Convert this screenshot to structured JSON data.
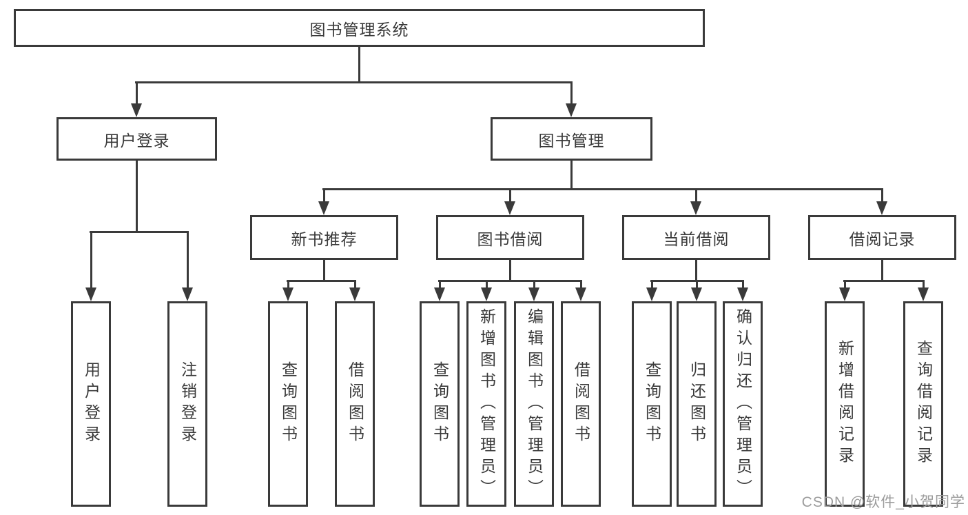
{
  "diagram": {
    "root": {
      "label": "图书管理系统"
    },
    "branches": [
      {
        "label": "用户登录",
        "children": [
          {
            "label": "用户登录"
          },
          {
            "label": "注销登录"
          }
        ]
      },
      {
        "label": "图书管理",
        "children": [
          {
            "label": "新书推荐",
            "children": [
              {
                "label": "查询图书"
              },
              {
                "label": "借阅图书"
              }
            ]
          },
          {
            "label": "图书借阅",
            "children": [
              {
                "label": "查询图书"
              },
              {
                "label": "新增图书（管理员）"
              },
              {
                "label": "编辑图书（管理员）"
              },
              {
                "label": "借阅图书"
              }
            ]
          },
          {
            "label": "当前借阅",
            "children": [
              {
                "label": "查询图书"
              },
              {
                "label": "归还图书"
              },
              {
                "label": "确认归还（管理员）"
              }
            ]
          },
          {
            "label": "借阅记录",
            "children": [
              {
                "label": "新增借阅记录"
              },
              {
                "label": "查询借阅记录"
              }
            ]
          }
        ]
      }
    ]
  },
  "watermark": {
    "text": "CSDN @软件_小贺同学"
  },
  "colors": {
    "line": "#3a3a3a",
    "text": "#3a3a3a",
    "background": "#ffffff",
    "watermark": "#9c9c9c"
  }
}
